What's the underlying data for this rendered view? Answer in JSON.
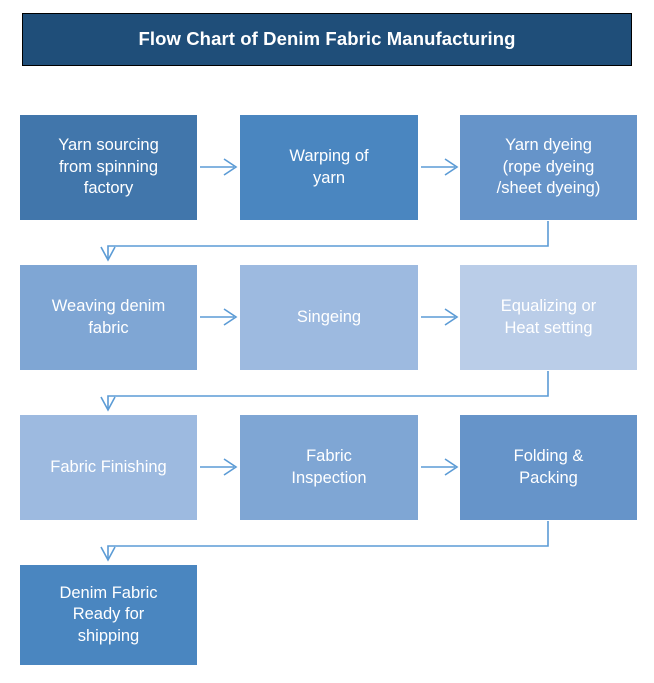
{
  "header": {
    "title": "Flow Chart of Denim Fabric Manufacturing",
    "background_color": "#1F4E79",
    "text_color": "#FFFFFF",
    "border_color": "#000000"
  },
  "theme": {
    "page_background": "#FFFFFF",
    "connector_color": "#5B9BD5",
    "node_text_color": "#FFFFFF"
  },
  "flow": {
    "nodes": [
      {
        "id": "yarn-sourcing",
        "label": "Yarn sourcing\nfrom spinning\nfactory",
        "color": "#4176AB",
        "row": 1,
        "col": 1
      },
      {
        "id": "warping-of-yarn",
        "label": "Warping of\nyarn",
        "color": "#4A86C0",
        "row": 1,
        "col": 2
      },
      {
        "id": "yarn-dyeing",
        "label": "Yarn dyeing\n(rope dyeing\n/sheet dyeing)",
        "color": "#6694C9",
        "row": 1,
        "col": 3
      },
      {
        "id": "weaving-denim-fabric",
        "label": "Weaving denim\nfabric",
        "color": "#7FA6D4",
        "row": 2,
        "col": 1
      },
      {
        "id": "singeing",
        "label": "Singeing",
        "color": "#9DBAE0",
        "row": 2,
        "col": 2
      },
      {
        "id": "equalizing-heat-setting",
        "label": "Equalizing or\nHeat setting",
        "color": "#BACDE8",
        "row": 2,
        "col": 3
      },
      {
        "id": "fabric-finishing",
        "label": "Fabric Finishing",
        "color": "#9DBAE0",
        "row": 3,
        "col": 1
      },
      {
        "id": "fabric-inspection",
        "label": "Fabric\nInspection",
        "color": "#7FA6D4",
        "row": 3,
        "col": 2
      },
      {
        "id": "folding-packing",
        "label": "Folding &\nPacking",
        "color": "#6694C9",
        "row": 3,
        "col": 3
      },
      {
        "id": "denim-fabric-ready",
        "label": "Denim Fabric\nReady for\nshipping",
        "color": "#4A86C0",
        "row": 4,
        "col": 1
      }
    ],
    "connectors": [
      {
        "from": "yarn-sourcing",
        "to": "warping-of-yarn",
        "type": "arrow-right"
      },
      {
        "from": "warping-of-yarn",
        "to": "yarn-dyeing",
        "type": "arrow-right"
      },
      {
        "from": "yarn-dyeing",
        "to": "weaving-denim-fabric",
        "type": "elbow-down-left"
      },
      {
        "from": "weaving-denim-fabric",
        "to": "singeing",
        "type": "arrow-right"
      },
      {
        "from": "singeing",
        "to": "equalizing-heat-setting",
        "type": "arrow-right"
      },
      {
        "from": "equalizing-heat-setting",
        "to": "fabric-finishing",
        "type": "elbow-down-left"
      },
      {
        "from": "fabric-finishing",
        "to": "fabric-inspection",
        "type": "arrow-right"
      },
      {
        "from": "fabric-inspection",
        "to": "folding-packing",
        "type": "arrow-right"
      },
      {
        "from": "folding-packing",
        "to": "denim-fabric-ready",
        "type": "elbow-down-left"
      }
    ]
  }
}
